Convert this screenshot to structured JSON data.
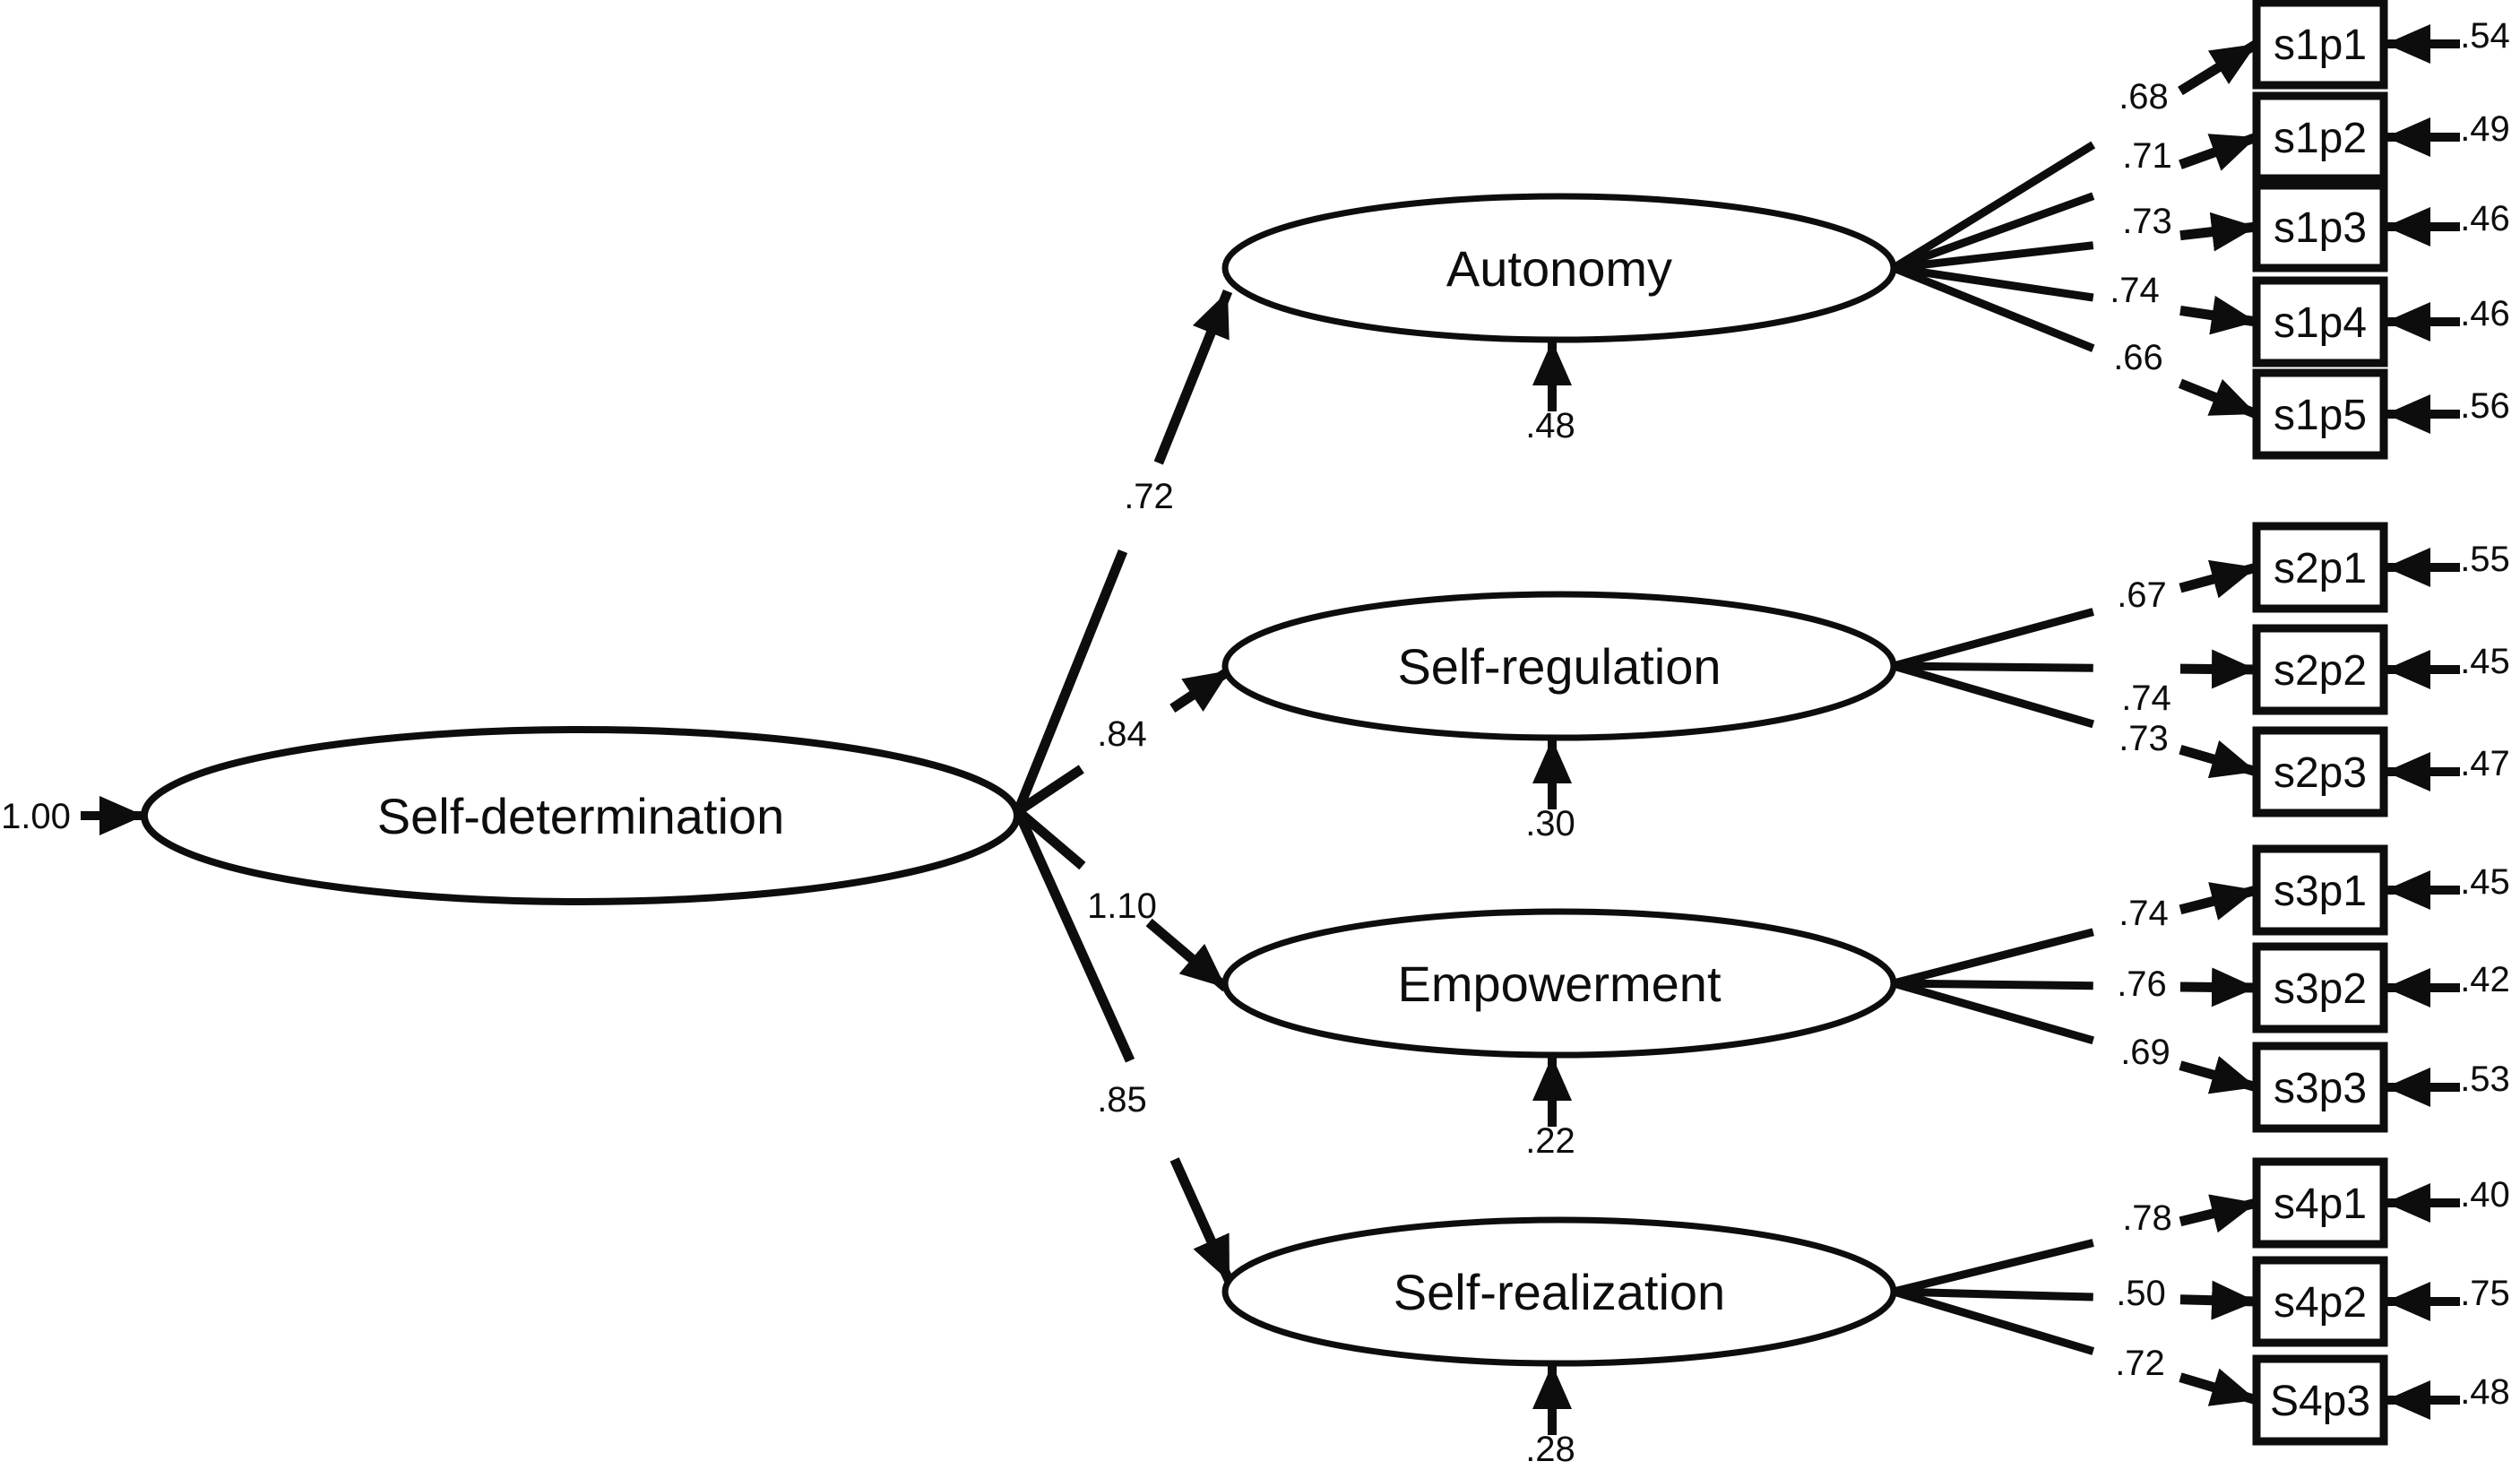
{
  "diagram": {
    "type": "structural-equation-model-path-diagram",
    "ink_color": "#0d0d0d",
    "background_color": "#ffffff",
    "exogenous_factor": {
      "label": "Self-determination",
      "variance": "1.00"
    },
    "factors": [
      {
        "label": "Autonomy",
        "path_coefficient": ".72",
        "residual": ".48",
        "indicators": [
          {
            "label": "s1p1",
            "loading": ".68",
            "error": ".54"
          },
          {
            "label": "s1p2",
            "loading": ".71",
            "error": ".49"
          },
          {
            "label": "s1p3",
            "loading": ".73",
            "error": ".46"
          },
          {
            "label": "s1p4",
            "loading": ".74",
            "error": ".46"
          },
          {
            "label": "s1p5",
            "loading": ".66",
            "error": ".56"
          }
        ]
      },
      {
        "label": "Self-regulation",
        "path_coefficient": ".84",
        "residual": ".30",
        "indicators": [
          {
            "label": "s2p1",
            "loading": ".67",
            "error": ".55"
          },
          {
            "label": "s2p2",
            "loading": ".74",
            "error": ".45"
          },
          {
            "label": "s2p3",
            "loading": ".73",
            "error": ".47"
          }
        ]
      },
      {
        "label": "Empowerment",
        "path_coefficient": "1.10",
        "residual": ".22",
        "indicators": [
          {
            "label": "s3p1",
            "loading": ".74",
            "error": ".45"
          },
          {
            "label": "s3p2",
            "loading": ".76",
            "error": ".42"
          },
          {
            "label": "s3p3",
            "loading": ".69",
            "error": ".53"
          }
        ]
      },
      {
        "label": "Self-realization",
        "path_coefficient": ".85",
        "residual": ".28",
        "indicators": [
          {
            "label": "s4p1",
            "loading": ".78",
            "error": ".40"
          },
          {
            "label": "s4p2",
            "loading": ".50",
            "error": ".75"
          },
          {
            "label": "S4p3",
            "loading": ".72",
            "error": ".48"
          }
        ]
      }
    ]
  }
}
